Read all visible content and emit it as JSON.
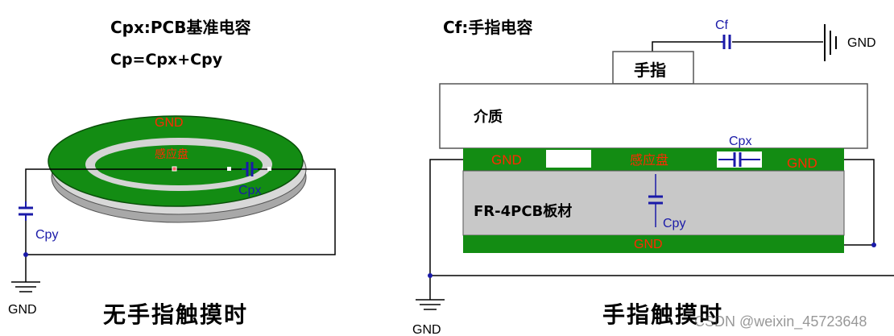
{
  "left": {
    "title_line1": "Cpx:PCB基准电容",
    "title_line2": "Cp=Cpx+Cpy",
    "gnd_ring_label": "GND",
    "sensor_label": "感应盘",
    "cpx_label": "Cpx",
    "cpy_label": "Cpy",
    "ground_label": "GND",
    "caption": "无手指触摸时"
  },
  "right": {
    "title": "Cf:手指电容",
    "cf_label": "Cf",
    "earth_label": "GND",
    "finger_label": "手指",
    "dielectric_label": "介质",
    "gnd_left_label": "GND",
    "sensor_label": "感应盘",
    "cpx_label": "Cpx",
    "gnd_right_label": "GND",
    "pcb_label": "FR-4PCB板材",
    "cpy_label": "Cpy",
    "gnd_bottom_label": "GND",
    "ground_label": "GND",
    "caption": "手指触摸时"
  },
  "watermark": "CSDN @weixin_45723648",
  "colors": {
    "pcb_green": "#138c13",
    "pcb_gray": "#c8c8c8",
    "label_red": "#ff2a00",
    "label_blue": "#1a1aa8"
  }
}
